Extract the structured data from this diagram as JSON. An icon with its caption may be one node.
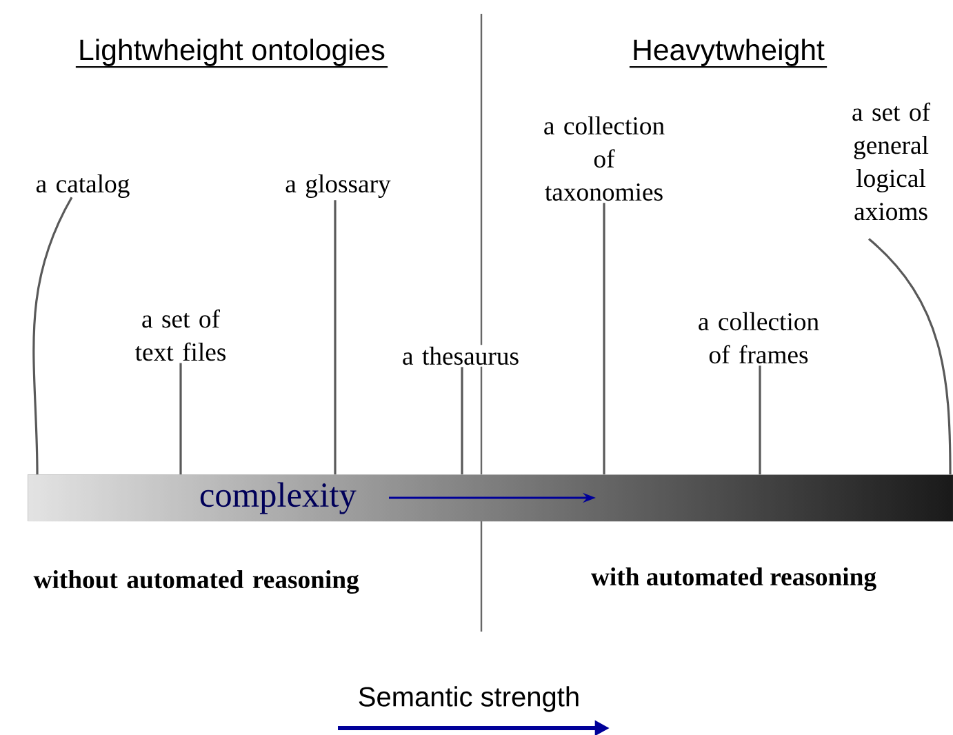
{
  "diagram": {
    "nodes": [
      {
        "text": [
          "a catalog"
        ]
      },
      {
        "text": [
          "a glossary"
        ]
      },
      {
        "text": [
          "a collection of taxonomies"
        ]
      },
      {
        "text": [
          "a set of general logical axioms"
        ]
      },
      {
        "text": [
          "a set of text files"
        ]
      },
      {
        "text": [
          "a thesaurus"
        ]
      },
      {
        "text": [
          "a collection of frames"
        ]
      },
      {
        "text": [
          "complexity"
        ]
      }
    ],
    "edges": [
      {
        "from": 0,
        "to": 7,
        "arrow": "none"
      },
      {
        "from": 1,
        "to": 7,
        "arrow": "none"
      },
      {
        "from": 2,
        "to": 7,
        "arrow": "none"
      },
      {
        "from": 3,
        "to": 7,
        "arrow": "none"
      },
      {
        "from": 4,
        "to": 7,
        "arrow": "none"
      },
      {
        "from": 5,
        "to": 7,
        "arrow": "none"
      },
      {
        "from": 6,
        "to": 7,
        "arrow": "none"
      }
    ],
    "labels": [
      "Lightwheight ontologies",
      "Heavytwheight",
      "without automated reasoning",
      "with automated reasoning",
      "Semantic strength"
    ]
  }
}
